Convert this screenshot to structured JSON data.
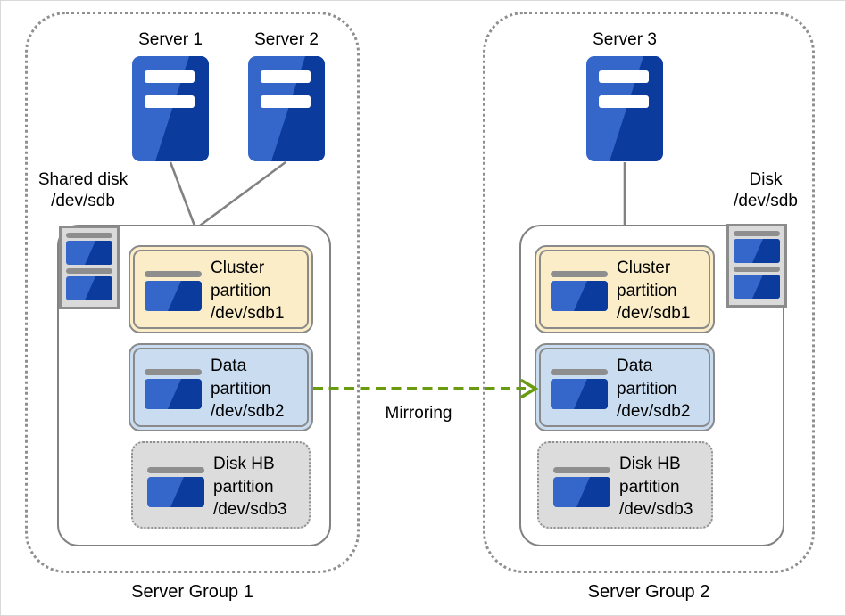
{
  "diagram": {
    "groups": [
      {
        "label": "Server Group 1",
        "servers": [
          {
            "name": "Server 1"
          },
          {
            "name": "Server 2"
          }
        ],
        "disk_label": {
          "line1": "Shared disk",
          "line2": "/dev/sdb"
        },
        "partitions": [
          {
            "kind": "cluster",
            "line1": "Cluster",
            "line2": "partition",
            "line3": "/dev/sdb1"
          },
          {
            "kind": "data",
            "line1": "Data",
            "line2": "partition",
            "line3": "/dev/sdb2"
          },
          {
            "kind": "disk-hb",
            "line1": "Disk HB",
            "line2": "partition",
            "line3": "/dev/sdb3"
          }
        ]
      },
      {
        "label": "Server Group 2",
        "servers": [
          {
            "name": "Server 3"
          }
        ],
        "disk_label": {
          "line1": "Disk",
          "line2": "/dev/sdb"
        },
        "partitions": [
          {
            "kind": "cluster",
            "line1": "Cluster",
            "line2": "partition",
            "line3": "/dev/sdb1"
          },
          {
            "kind": "data",
            "line1": "Data",
            "line2": "partition",
            "line3": "/dev/sdb2"
          },
          {
            "kind": "disk-hb",
            "line1": "Disk HB",
            "line2": "partition",
            "line3": "/dev/sdb3"
          }
        ]
      }
    ],
    "mirroring": {
      "label": "Mirroring"
    },
    "icons": {
      "server": "server-icon",
      "disk": "disk-icon",
      "partition": "partition-icon",
      "mirroring_arrow": "mirroring-arrow-icon"
    },
    "colors": {
      "server_blue": "#3566c9",
      "server_blue_dark": "#0c3b9e",
      "cluster_fill": "#faedc7",
      "data_fill": "#c9dcf0",
      "disk_hb_fill": "#dcdcdc",
      "border_gray": "#828282",
      "group_border_gray": "#8f8f8f",
      "arrow_green": "#689b10"
    }
  }
}
